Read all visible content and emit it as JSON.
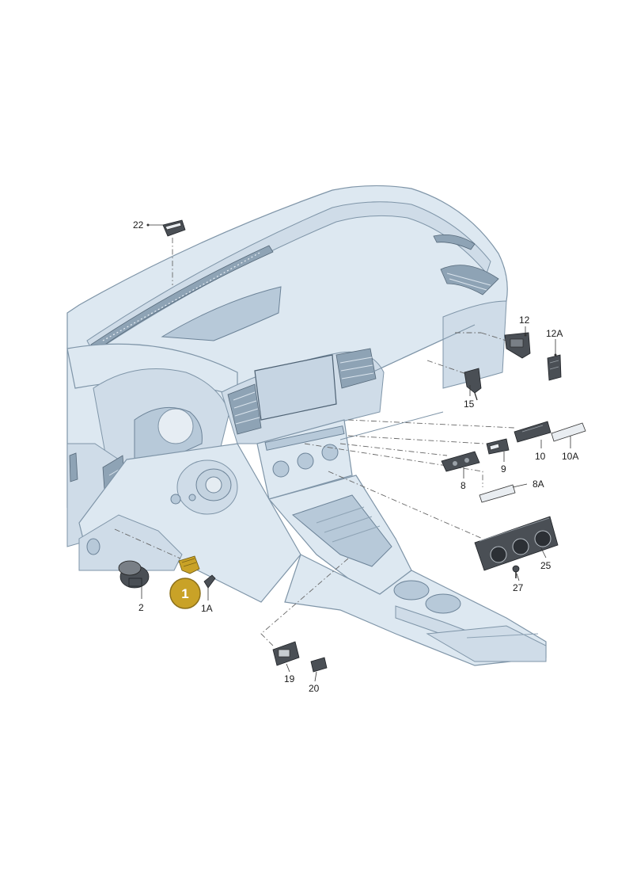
{
  "diagram": {
    "highlight_color": "#c9a227",
    "dashboard_color": "#dde8f1",
    "part_color": "#4a4f55",
    "highlighted_callout": "1",
    "callouts": {
      "c1": "1",
      "c1a": "1A",
      "c2": "2",
      "c8": "8",
      "c8a": "8A",
      "c9": "9",
      "c10": "10",
      "c10a": "10A",
      "c12": "12",
      "c12a": "12A",
      "c15": "15",
      "c19": "19",
      "c20": "20",
      "c22": "22",
      "c25": "25",
      "c27": "27"
    }
  }
}
